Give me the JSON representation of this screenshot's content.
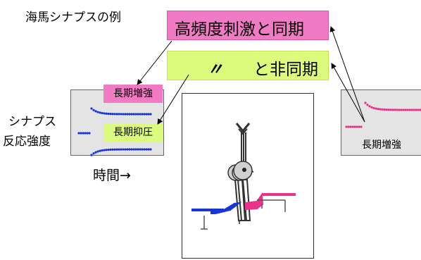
{
  "title": "海馬シナプスの例",
  "box_sync": "高頻度刺激と同期",
  "box_async_ditto": "〃",
  "box_async_text": "と非同期",
  "ltp_label": "長期増強",
  "ltd_label": "長期抑圧",
  "right_label": "長期増強",
  "ylabel_line1": "シナプス",
  "ylabel_line2": "反応強度",
  "xlabel": "時間→",
  "colors": {
    "pink": "#f07ac4",
    "green": "#dcfb7e",
    "blue": "#1a35d6",
    "magenta": "#e8338d"
  }
}
